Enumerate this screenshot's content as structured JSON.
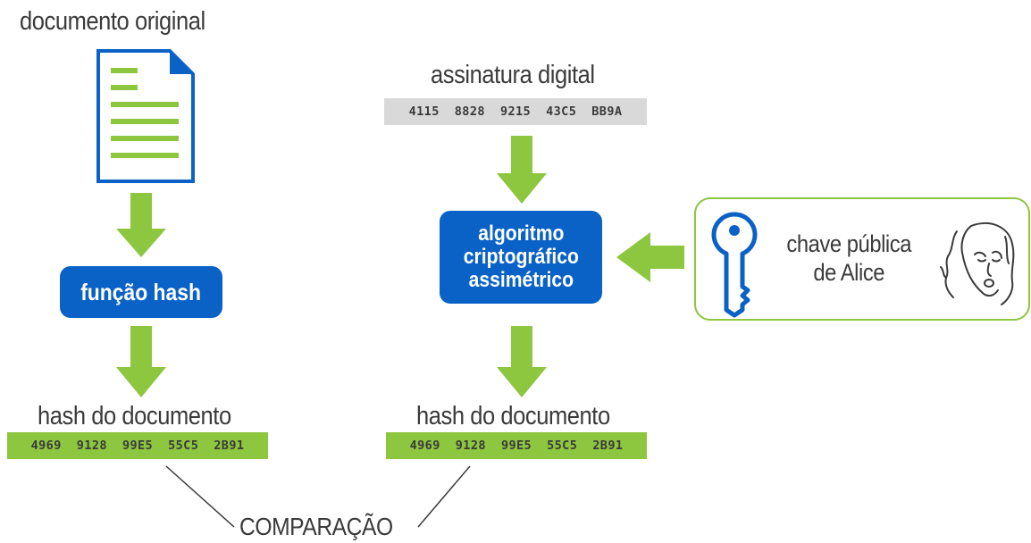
{
  "labels": {
    "original_document": "documento original",
    "digital_signature": "assinatura digital",
    "hash_left": "hash do documento",
    "hash_right": "hash do documento",
    "comparison": "COMPARAÇÃO"
  },
  "values": {
    "signature_hex": "4115  8828  9215  43C5  BB9A",
    "hash_left_hex": "4969  9128  99E5  55C5  2B91",
    "hash_right_hex": "4969  9128  99E5  55C5  2B91"
  },
  "boxes": {
    "hash_function": "função hash",
    "algorithm": "algoritmo\ncriptográfico\nassimétrico"
  },
  "key_card": {
    "text": "chave pública\nde Alice"
  },
  "icons": {
    "document": "document-icon",
    "key": "key-icon",
    "person": "alice-portrait-icon",
    "arrow": "green-arrow-icon"
  },
  "colors": {
    "blue": "#0a62c6",
    "green": "#8dc63f",
    "gray": "#d9d9d9",
    "text": "#3a3a3a"
  }
}
